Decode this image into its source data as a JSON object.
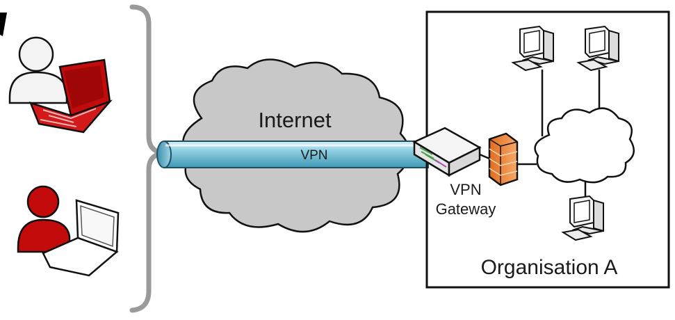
{
  "labels": {
    "internet": "Internet",
    "vpn": "VPN",
    "gateway_line1": "VPN",
    "gateway_line2": "Gateway",
    "organisation": "Organisation A"
  },
  "colors": {
    "cloud_fill": "#c8c8c8",
    "tube_fill": "#7ec8dc",
    "firewall": "#f08a3c",
    "accent_red": "#cc0a0a",
    "org_cloud_fill": "#ffffff"
  },
  "icons": {
    "top_user": "user-with-red-laptop-icon",
    "bottom_user": "red-user-with-laptop-icon",
    "gateway": "vpn-gateway-device-icon",
    "firewall": "firewall-icon",
    "computers": [
      "desktop-computer-icon",
      "desktop-computer-icon",
      "desktop-computer-icon"
    ]
  }
}
